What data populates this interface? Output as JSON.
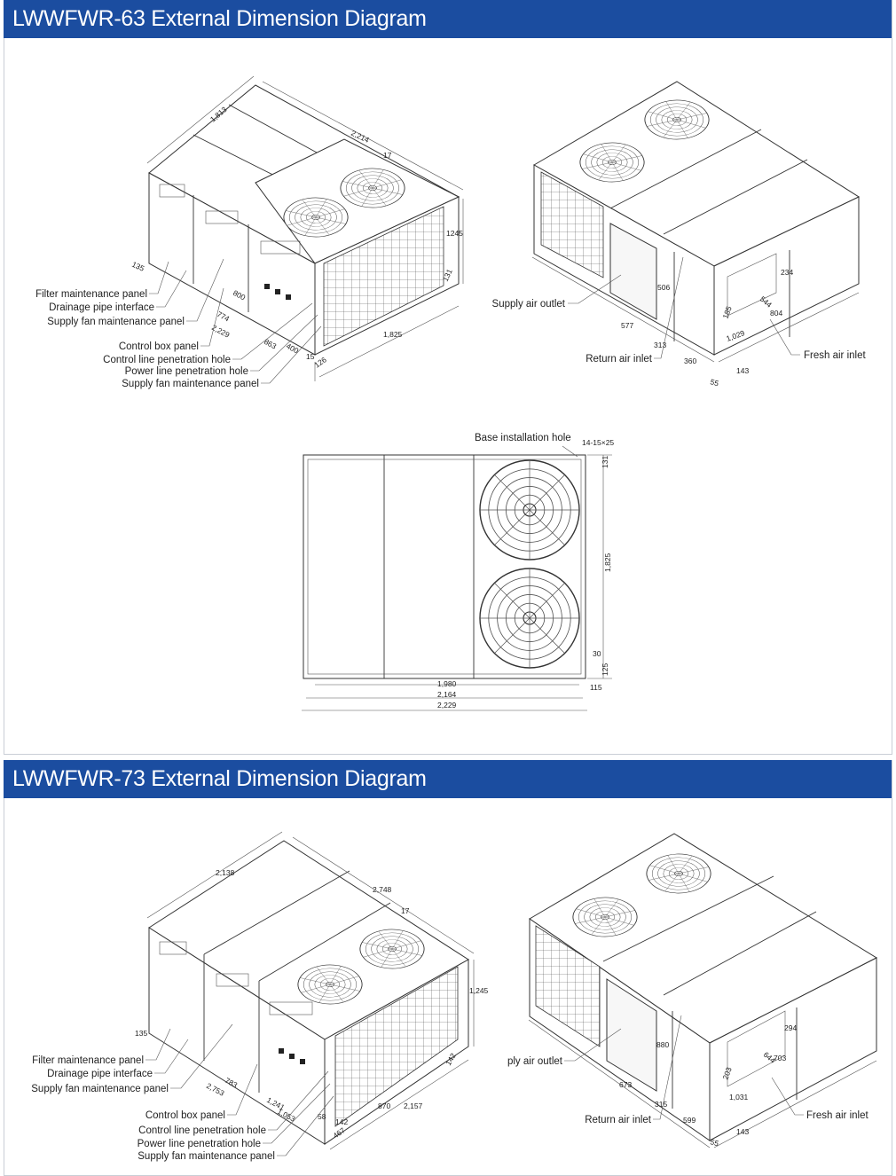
{
  "sections": [
    {
      "title": "LWWFWR-63 External Dimension Diagram",
      "iso_left": {
        "dims": [
          "1,813",
          "2,214",
          "17",
          "1245",
          "135",
          "131",
          "800",
          "774",
          "2,229",
          "863",
          "400",
          "126",
          "15",
          "1,825"
        ],
        "labels": [
          "Filter maintenance panel",
          "Drainage pipe interface",
          "Supply fan maintenance panel",
          "Control box panel",
          "Control line penetration hole",
          "Power line penetration hole",
          "Supply fan maintenance panel"
        ]
      },
      "iso_right": {
        "dims": [
          "506",
          "577",
          "313",
          "360",
          "234",
          "544",
          "804",
          "185",
          "1,029",
          "143",
          "55"
        ],
        "labels": [
          "Supply air outlet",
          "Return air inlet",
          "Fresh air inlet"
        ]
      },
      "top_view": {
        "label": "Base installation hole",
        "dims": [
          "14-15×25",
          "131",
          "1,825",
          "30",
          "125",
          "115",
          "1,980",
          "2,164",
          "2,229"
        ]
      }
    },
    {
      "title": "LWWFWR-73 External Dimension Diagram",
      "iso_left": {
        "dims": [
          "2,138",
          "2,748",
          "17",
          "1,245",
          "135",
          "142",
          "783",
          "2,753",
          "1,241",
          "1,053",
          "870",
          "2,157",
          "142",
          "467",
          "58"
        ],
        "labels": [
          "Filter maintenance panel",
          "Drainage pipe interface",
          "Supply fan maintenance panel",
          "Control box panel",
          "Control line penetration hole",
          "Power line penetration hole",
          "Supply fan maintenance panel"
        ]
      },
      "iso_right": {
        "dims": [
          "880",
          "673",
          "315",
          "599",
          "294",
          "644",
          "703",
          "203",
          "1,031",
          "143",
          "55"
        ],
        "labels": [
          "ply air outlet",
          "Return air inlet",
          "Fresh air inlet"
        ]
      }
    }
  ]
}
